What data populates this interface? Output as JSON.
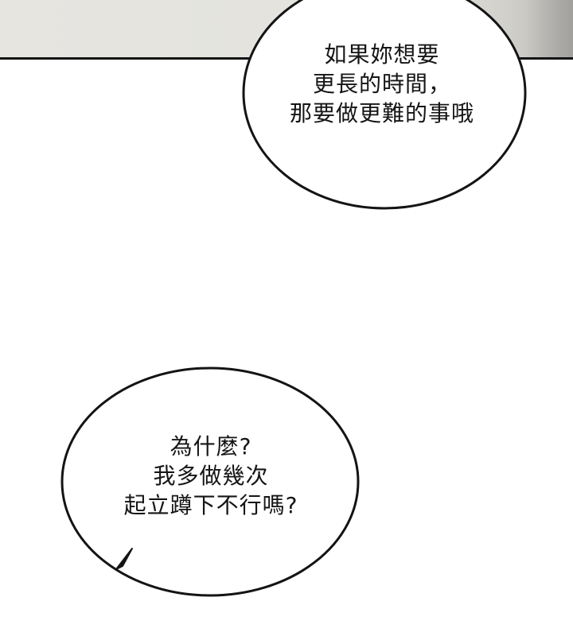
{
  "bubbles": [
    {
      "lines": [
        "如果妳想要",
        "更長的時間，",
        "那要做更難的事哦"
      ]
    },
    {
      "lines": [
        "為什麼?",
        "我多做幾次",
        "起立蹲下不行嗎?"
      ]
    }
  ]
}
